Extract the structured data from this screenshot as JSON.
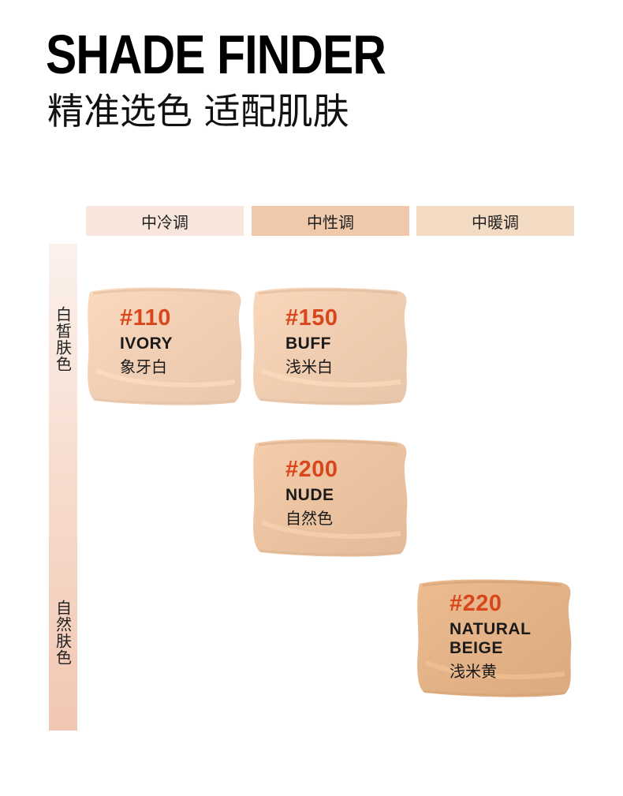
{
  "header": {
    "title": "SHADE FINDER",
    "subtitle": "精准选色  适配肌肤"
  },
  "columns": [
    {
      "label": "中冷调",
      "color": "#f8e6dd"
    },
    {
      "label": "中性调",
      "color": "#f0c8ac"
    },
    {
      "label": "中暖调",
      "color": "#f3dcc3"
    }
  ],
  "rows": [
    {
      "label": "白皙肤色"
    },
    {
      "label": "自然肤色"
    }
  ],
  "shades": [
    {
      "code": "#110",
      "name_en": "IVORY",
      "name_cn": "象牙白",
      "color": "#f1cfb4"
    },
    {
      "code": "#150",
      "name_en": "BUFF",
      "name_cn": "浅米白",
      "color": "#f0cdb0"
    },
    {
      "code": "#200",
      "name_en": "NUDE",
      "name_cn": "自然色",
      "color": "#ebc3a1"
    },
    {
      "code": "#220",
      "name_en": "NATURAL\nBEIGE",
      "name_cn": "浅米黄",
      "color": "#e3b286"
    }
  ],
  "colors": {
    "code_accent": "#d8461c",
    "text": "#1a1a1a"
  }
}
